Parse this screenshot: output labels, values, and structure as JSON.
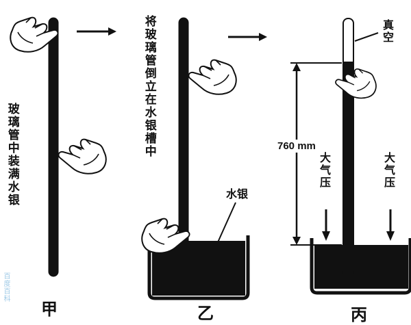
{
  "colors": {
    "ink": "#111111",
    "paper": "#ffffff",
    "watermark_blue": "#9ec9e6"
  },
  "panels": {
    "jia": {
      "label": "甲",
      "caption": "玻璃管中装满水银"
    },
    "yi": {
      "label": "乙",
      "caption": "将玻璃管倒立在水银槽中",
      "mercury_label": "水银"
    },
    "bing": {
      "label": "丙",
      "vacuum_label": "真空",
      "height_label": "760 mm",
      "pressure_label_left": "大气压",
      "pressure_label_right": "大气压"
    }
  },
  "watermark": "百度百科"
}
